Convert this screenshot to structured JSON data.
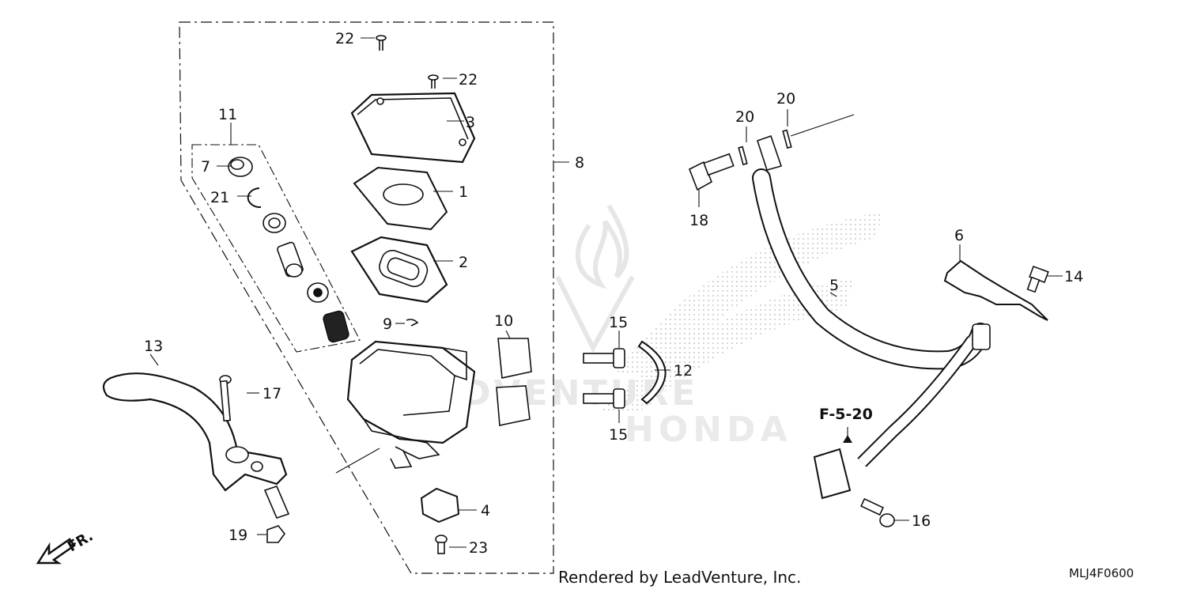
{
  "diagram": {
    "part_labels": [
      "1",
      "2",
      "3",
      "4",
      "5",
      "6",
      "7",
      "8",
      "9",
      "10",
      "11",
      "12",
      "13",
      "14",
      "15",
      "16",
      "17",
      "18",
      "19",
      "20",
      "21",
      "22",
      "23"
    ],
    "reference_tag": "F-5-20",
    "direction_marker": "FR.",
    "credit": "Rendered by LeadVenture, Inc.",
    "diagram_code": "MLJ4F0600",
    "watermark_text": "LEADVENTURE HONDA"
  },
  "colors": {
    "line": "#111111",
    "watermark": "#cfcfcf",
    "background": "#ffffff"
  }
}
